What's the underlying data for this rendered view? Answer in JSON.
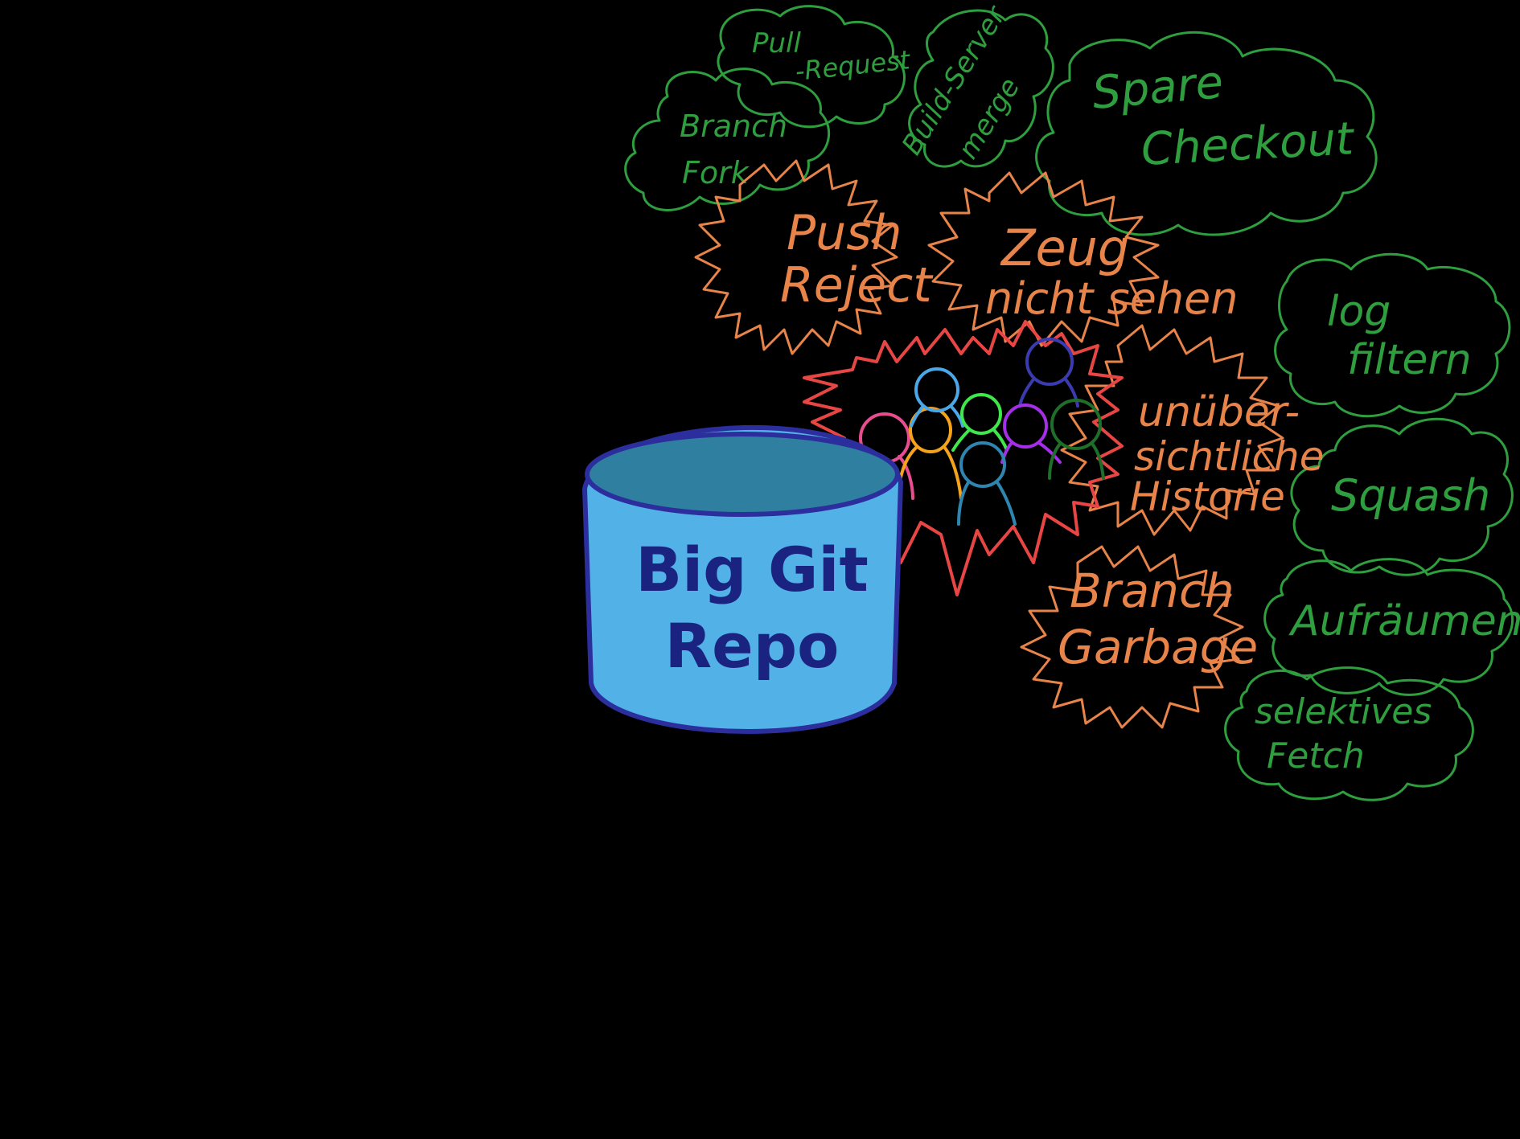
{
  "repo": {
    "line1": "Big Git",
    "line2": "Repo"
  },
  "problems": {
    "push_reject": {
      "line1": "Push",
      "line2": "Reject"
    },
    "zeug_nicht_sehen": {
      "line1": "Zeug",
      "line2": "nicht sehen"
    },
    "unuebersichtliche_historie": {
      "line1": "unüber-",
      "line2": "sichtliche",
      "line3": "Historie"
    },
    "branch_garbage": {
      "line1": "Branch",
      "line2": "Garbage"
    }
  },
  "solutions": {
    "pull_request": {
      "line1": "Pull",
      "line2": "-Request"
    },
    "branch_fork": {
      "line1": "Branch",
      "line2": "Fork"
    },
    "build_server_merge": {
      "line1": "Build-Server",
      "line2": "merge"
    },
    "sparse_checkout": {
      "line1": "Spare",
      "line2": "Checkout"
    },
    "log_filtern": {
      "line1": "log",
      "line2": "filtern"
    },
    "squash": {
      "line1": "Squash"
    },
    "aufraeumen": {
      "line1": "Aufräumen"
    },
    "selektives_fetch": {
      "line1": "selektives",
      "line2": "Fetch"
    }
  },
  "colors": {
    "background": "#000000",
    "cloud_stroke": "#2e9e3e",
    "cloud_text": "#2e9e3e",
    "burst_stroke": "#e8844a",
    "burst_text": "#e8844a",
    "explosion_stroke": "#e84545",
    "repo_fill": "#52b1e6",
    "repo_top": "#2e7fa0",
    "repo_stroke": "#2b2e9c",
    "repo_text": "#1b2380"
  },
  "people_colors": [
    "#e84d8f",
    "#f5a31a",
    "#4aa8e8",
    "#3ee84a",
    "#3b3bb0",
    "#a52ee8",
    "#1f6e2a",
    "#2e86b0"
  ]
}
